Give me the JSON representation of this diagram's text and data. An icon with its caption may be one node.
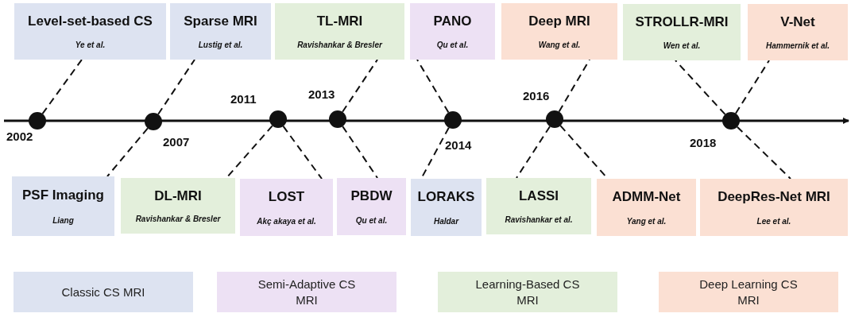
{
  "diagram": {
    "nodes": [
      {
        "text": [
          "Level-set-based CS",
          "Ye et al."
        ]
      },
      {
        "text": [
          "Sparse MRI",
          "Lustig et al."
        ]
      },
      {
        "text": [
          "TL-MRI",
          "Ravishankar & Bresler"
        ]
      },
      {
        "text": [
          "PANO",
          "Qu et al."
        ]
      },
      {
        "text": [
          "Deep MRI",
          "Wang et al."
        ]
      },
      {
        "text": [
          "STROLLR-MRI",
          "Wen et al."
        ]
      },
      {
        "text": [
          "V-Net",
          "Hammernik et al."
        ]
      },
      {
        "text": [],
        "shape": "circle",
        "beside": [
          "2002"
        ]
      },
      {
        "text": [],
        "shape": "circle",
        "beside": [
          "2007"
        ]
      },
      {
        "text": [],
        "shape": "circle",
        "beside": [
          "2011"
        ]
      },
      {
        "text": [],
        "shape": "circle",
        "beside": [
          "2013"
        ]
      },
      {
        "text": [],
        "shape": "circle",
        "beside": [
          "2014"
        ]
      },
      {
        "text": [],
        "shape": "circle",
        "beside": [
          "2016"
        ]
      },
      {
        "text": [],
        "shape": "circle",
        "beside": [
          "2018"
        ]
      },
      {
        "text": [
          "PSF Imaging",
          "Liang"
        ]
      },
      {
        "text": [
          "DL-MRI",
          "Ravishankar & Bresler"
        ]
      },
      {
        "text": [
          "LOST",
          "Akç akaya et al."
        ]
      },
      {
        "text": [
          "PBDW",
          "Qu et al."
        ]
      },
      {
        "text": [
          "LORAKS",
          "Haldar"
        ]
      },
      {
        "text": [
          "LASSI",
          "Ravishankar et al."
        ]
      },
      {
        "text": [
          "ADMM-Net",
          "Yang et al."
        ]
      },
      {
        "text": [
          "DeepRes-Net MRI",
          "Lee et al."
        ]
      }
    ],
    "edges": [
      {
        "from": 7,
        "to": 0,
        "arrow": "none",
        "style": "dashed"
      },
      {
        "from": 8,
        "to": 1,
        "arrow": "none",
        "style": "dashed"
      },
      {
        "from": 8,
        "to": 14,
        "arrow": "none",
        "style": "dashed"
      },
      {
        "from": 9,
        "to": 15,
        "arrow": "none",
        "style": "dashed"
      },
      {
        "from": 9,
        "to": 16,
        "arrow": "none",
        "style": "dashed"
      },
      {
        "from": 10,
        "to": 2,
        "arrow": "none",
        "style": "dashed"
      },
      {
        "from": 10,
        "to": 17,
        "arrow": "none",
        "style": "dashed"
      },
      {
        "from": 11,
        "to": 3,
        "arrow": "none",
        "style": "dashed"
      },
      {
        "from": 11,
        "to": 18,
        "arrow": "none",
        "style": "dashed"
      },
      {
        "from": 12,
        "to": 4,
        "arrow": "none",
        "style": "dashed"
      },
      {
        "from": 12,
        "to": 19,
        "arrow": "none",
        "style": "dashed"
      },
      {
        "from": 12,
        "to": 20,
        "arrow": "none",
        "style": "dashed"
      },
      {
        "from": 13,
        "to": 5,
        "arrow": "none",
        "style": "dashed"
      },
      {
        "from": 13,
        "to": 6,
        "arrow": "none",
        "style": "dashed"
      },
      {
        "from": 13,
        "to": 21,
        "arrow": "none",
        "style": "dashed"
      }
    ],
    "legend": [
      {
        "text": "Classic CS MRI",
        "color": "#dde3f1"
      },
      {
        "text": "Semi-Adaptive CS MRI",
        "color": "#ede1f4"
      },
      {
        "text": "Learning-Based CS MRI",
        "color": "#e3efdb"
      },
      {
        "text": "Deep Learning CS MRI",
        "color": "#fbe0d3"
      }
    ]
  }
}
